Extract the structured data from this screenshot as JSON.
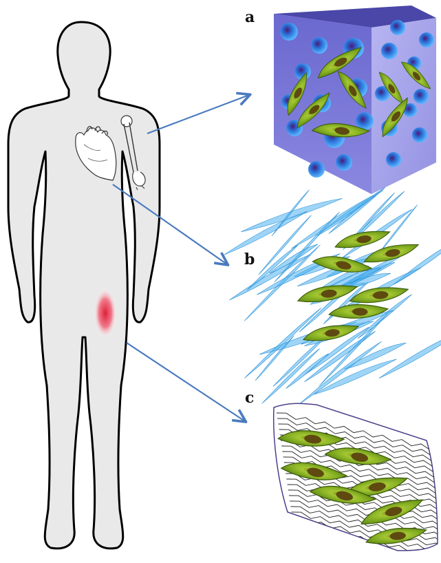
{
  "panels": [
    {
      "id": "a",
      "label": "a"
    },
    {
      "id": "b",
      "label": "b"
    },
    {
      "id": "c",
      "label": "c"
    }
  ],
  "colors": {
    "body_fill": "#e9e9e9",
    "body_stroke": "#000000",
    "arrow": "#4a7bbf",
    "cube_front": "#7a78d6",
    "cube_side": "#a8a6ea",
    "cube_top": "#5a57b8",
    "sphere": "#1e88e5",
    "sphere_core": "#3d1a6e",
    "cell": "#8ab81f",
    "cell_nucleus": "#5a4a12",
    "fiber": "#4fb3f0",
    "injury": "#e03040"
  }
}
